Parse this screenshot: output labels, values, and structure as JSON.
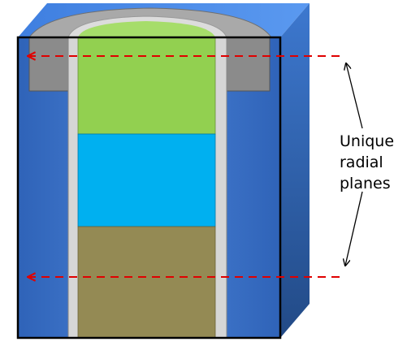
{
  "annotation": {
    "lines": [
      "Unique",
      "radial",
      "planes"
    ]
  },
  "colors": {
    "block_front": "#3a6dbf",
    "block_side": "#26508c",
    "block_top": "#4d8ae6",
    "cap": "#8a8a8a",
    "cap_top": "#b0b0b0",
    "cladding": "#d3d3d3",
    "layer_top": "#92d050",
    "layer_middle": "#00b0f0",
    "layer_bottom": "#948a54",
    "plane_marker": "#e00000"
  }
}
